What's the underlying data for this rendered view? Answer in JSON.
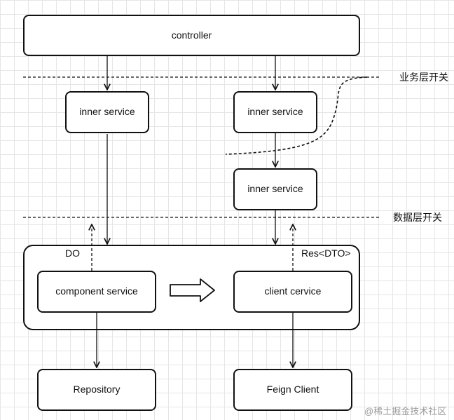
{
  "diagram": {
    "controller": "controller",
    "inner_service_left": "inner service",
    "inner_service_right_top": "inner service",
    "inner_service_right_bottom": "inner service",
    "business_layer_switch": "业务层开关",
    "data_layer_switch": "数据层开关",
    "do_label": "DO",
    "res_dto_label": "Res<DTO>",
    "component_service": "component service",
    "client_service": "client cervice",
    "repository": "Repository",
    "feign_client": "Feign Client"
  },
  "watermark": "@稀土掘金技术社区"
}
